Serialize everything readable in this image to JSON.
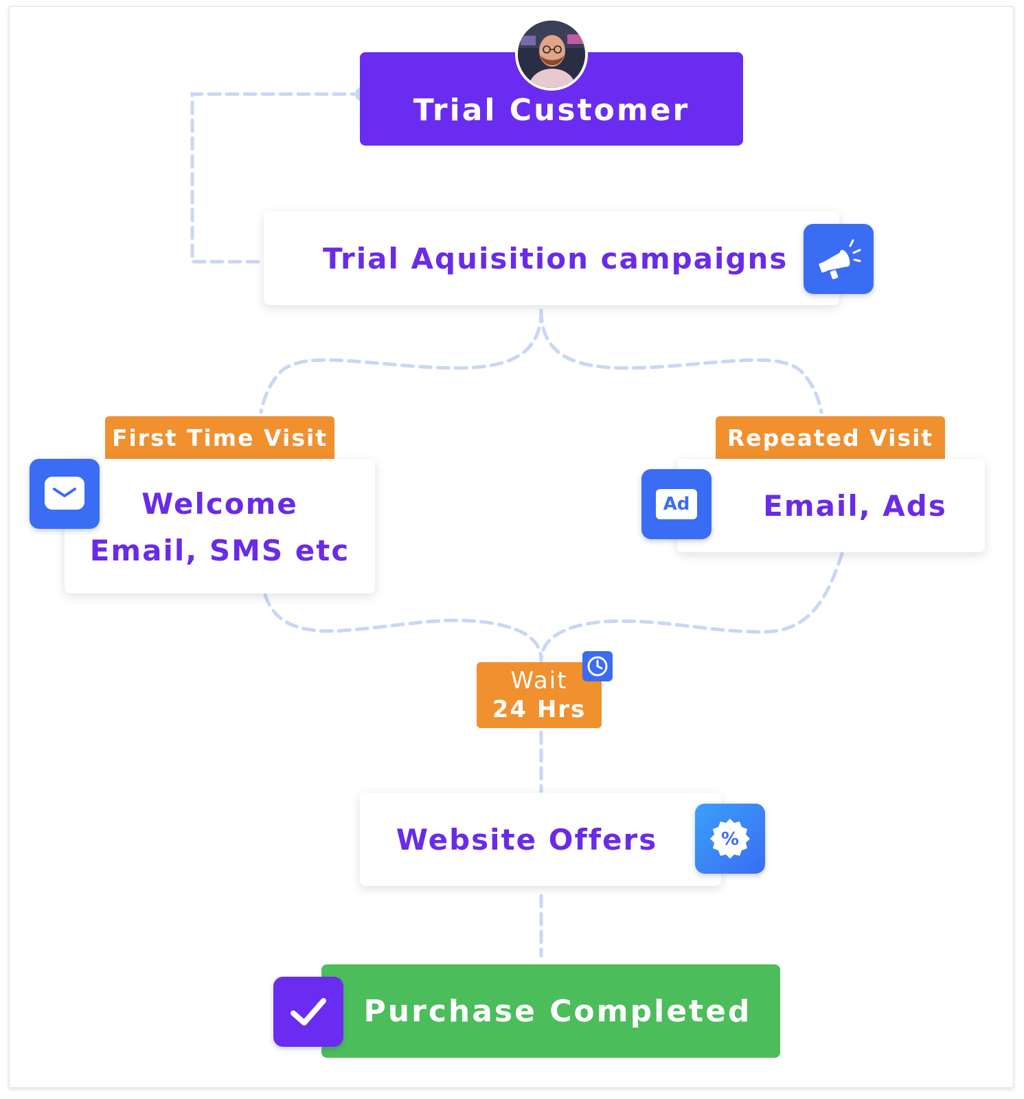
{
  "diagram": {
    "trial_customer": {
      "label": "Trial Customer"
    },
    "acquisition": {
      "label": "Trial Aquisition campaigns",
      "icon": "megaphone-icon"
    },
    "first_visit": {
      "tag": "First Time Visit",
      "line1": "Welcome",
      "line2": "Email, SMS etc",
      "icon": "mail-icon"
    },
    "repeat_visit": {
      "tag": "Repeated Visit",
      "label": "Email, Ads",
      "icon": "ad-icon",
      "icon_text": "Ad"
    },
    "wait": {
      "line1": "Wait",
      "line2": "24 Hrs",
      "icon": "clock-icon"
    },
    "offers": {
      "label": "Website Offers",
      "icon": "discount-badge-icon",
      "icon_text": "%"
    },
    "purchase": {
      "label": "Purchase Completed",
      "icon": "checkmark-icon"
    }
  },
  "colors": {
    "purple": "#6a2cf0",
    "purple_text": "#6a2be8",
    "orange": "#f0902e",
    "green": "#4cbd5b",
    "blue_icon": "#3a6cf4",
    "connector": "#c9d6f7"
  }
}
